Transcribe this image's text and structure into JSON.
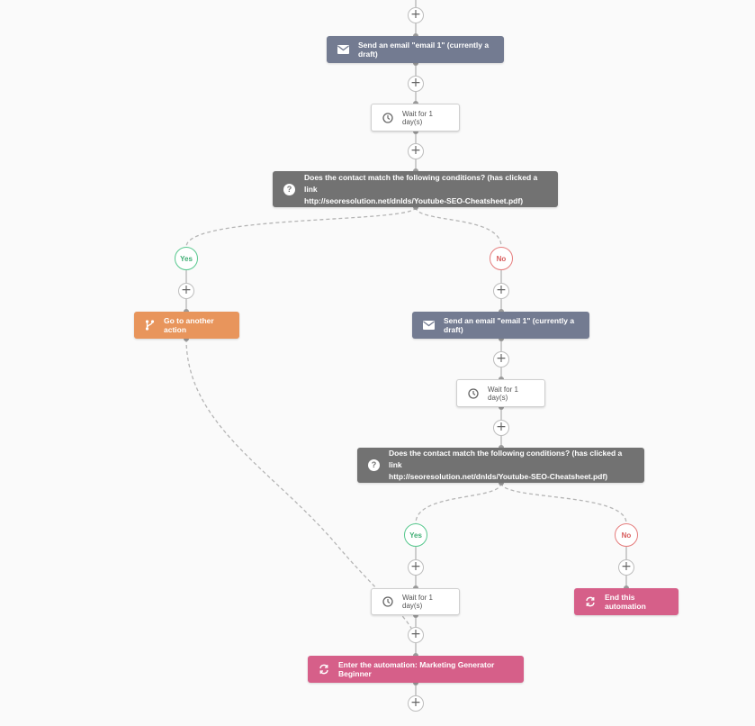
{
  "nodes": {
    "email1_label": "Send an email \"email 1\" (currently a draft)",
    "wait1_label": "Wait for 1 day(s)",
    "cond1_line1": "Does the contact match the following conditions? (has clicked a link",
    "cond1_line2": "http://seoresolution.net/dnlds/Youtube-SEO-Cheatsheet.pdf)",
    "goto_label": "Go to another action",
    "email2_label": "Send an email \"email 1\" (currently a draft)",
    "wait2_label": "Wait for 1 day(s)",
    "cond2_line1": "Does the contact match the following conditions? (has clicked a link",
    "cond2_line2": "http://seoresolution.net/dnlds/Youtube-SEO-Cheatsheet.pdf)",
    "end_label": "End this automation",
    "wait3_label": "Wait for 1 day(s)",
    "enter_label": "Enter the automation: Marketing Generator Beginner"
  },
  "branches": {
    "yes_label": "Yes",
    "no_label": "No"
  },
  "add_symbol": "+",
  "icons": {
    "email": "envelope-icon",
    "wait": "clock-icon",
    "condition": "question-icon",
    "goto": "branch-fork-icon",
    "automation": "refresh-cycle-icon",
    "add": "plus-icon"
  },
  "colors": {
    "email": "#737b91",
    "condition": "#727272",
    "goto": "#e8955c",
    "automation": "#d65f89",
    "yes": "#57c88e",
    "no": "#e57c7c"
  }
}
